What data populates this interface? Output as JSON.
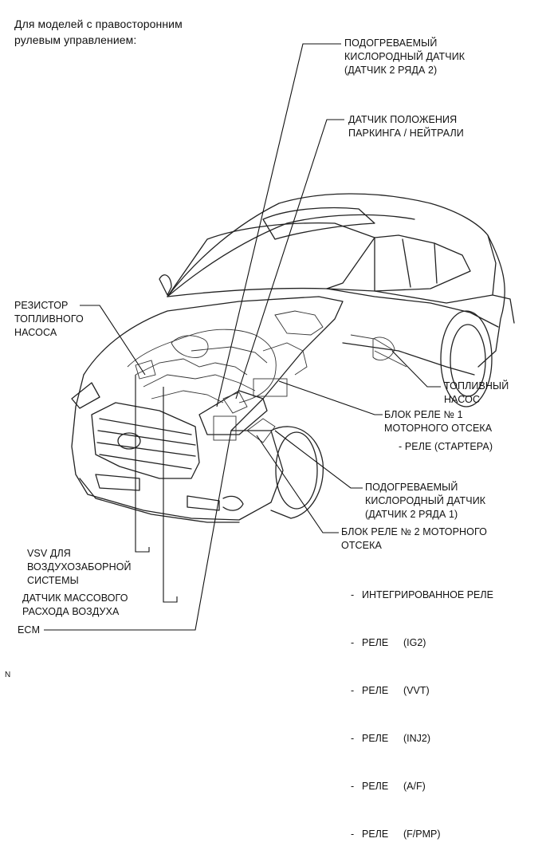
{
  "header": "Для моделей с правосторонним\nрулевым управлением:",
  "labels": {
    "o2_bank2": "ПОДОГРЕВАЕМЫЙ\nКИСЛОРОДНЫЙ ДАТЧИК\n(ДАТЧИК 2 РЯДА 2)",
    "park_neutral": "ДАТЧИК ПОЛОЖЕНИЯ\nПАРКИНГА / НЕЙТРАЛИ",
    "fuel_resistor": "РЕЗИСТОР\nТОПЛИВНОГО\nНАСОСА",
    "fuel_pump": "ТОПЛИВНЫЙ\nНАСОС",
    "relay_block1": "БЛОК РЕЛЕ № 1\nМОТОРНОГО ОТСЕКА",
    "relay_block1_item": "- РЕЛЕ (СТАРТЕРА)",
    "o2_bank1": "ПОДОГРЕВАЕМЫЙ\nКИСЛОРОДНЫЙ ДАТЧИК\n(ДАТЧИК 2 РЯДА 1)",
    "relay_block2": "БЛОК РЕЛЕ № 2 МОТОРНОГО\nОТСЕКА",
    "vsv": "VSV ДЛЯ\nВОЗДУХОЗАБОРНОЙ\nСИСТЕМЫ",
    "maf": "ДАТЧИК МАССОВОГО\nРАСХОДА ВОЗДУХА",
    "ecm": "ECM",
    "corner": "N"
  },
  "relay_block2_items": [
    {
      "dash": "-",
      "name": "ИНТЕГРИРОВАННОЕ РЕЛЕ",
      "code": ""
    },
    {
      "dash": "-",
      "name": "РЕЛЕ",
      "code": "(IG2)"
    },
    {
      "dash": "-",
      "name": "РЕЛЕ",
      "code": "(VVT)"
    },
    {
      "dash": "-",
      "name": "РЕЛЕ",
      "code": "(INJ2)"
    },
    {
      "dash": "-",
      "name": "РЕЛЕ",
      "code": "(A/F)"
    },
    {
      "dash": "-",
      "name": "РЕЛЕ",
      "code": "(F/PMP)"
    }
  ]
}
